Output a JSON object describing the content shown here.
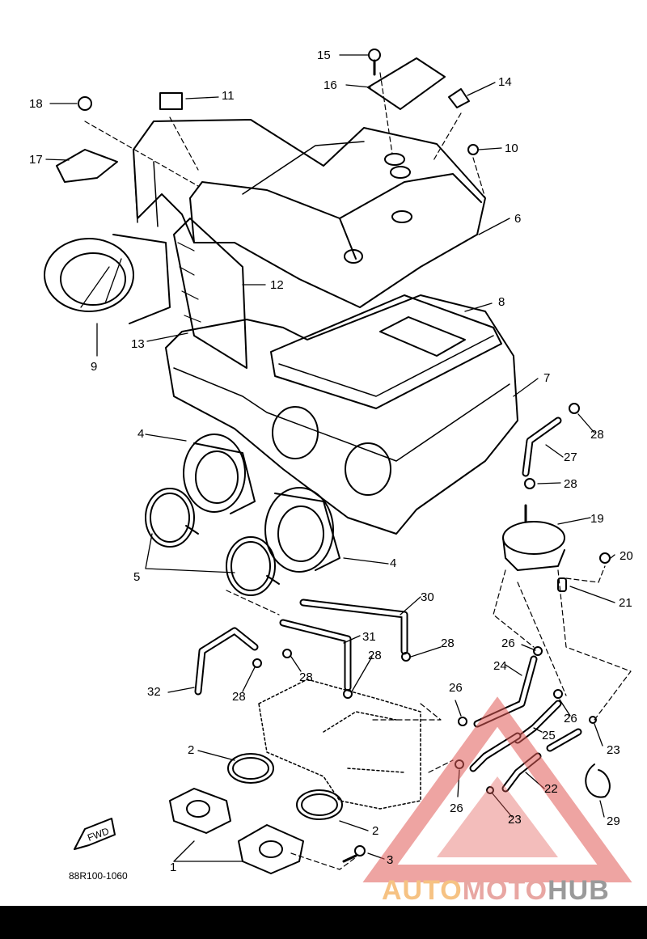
{
  "diagram": {
    "code": "88R100-1060",
    "fwd_label": "FWD",
    "labels": [
      "1",
      "2",
      "2",
      "3",
      "4",
      "4",
      "5",
      "6",
      "7",
      "8",
      "9",
      "10",
      "11",
      "12",
      "13",
      "14",
      "15",
      "16",
      "17",
      "18",
      "19",
      "20",
      "21",
      "22",
      "23",
      "23",
      "24",
      "25",
      "26",
      "26",
      "26",
      "26",
      "27",
      "28",
      "28",
      "28",
      "28",
      "28",
      "28",
      "29",
      "30",
      "31",
      "32"
    ]
  },
  "watermark": {
    "part1": "AUTO",
    "part2": "MOTO",
    "part3": "HUB",
    "colors": {
      "auto": "#f6c283",
      "moto": "#e8a6a2",
      "hub": "#9a9a9a",
      "triangle": "#e05a56"
    }
  }
}
